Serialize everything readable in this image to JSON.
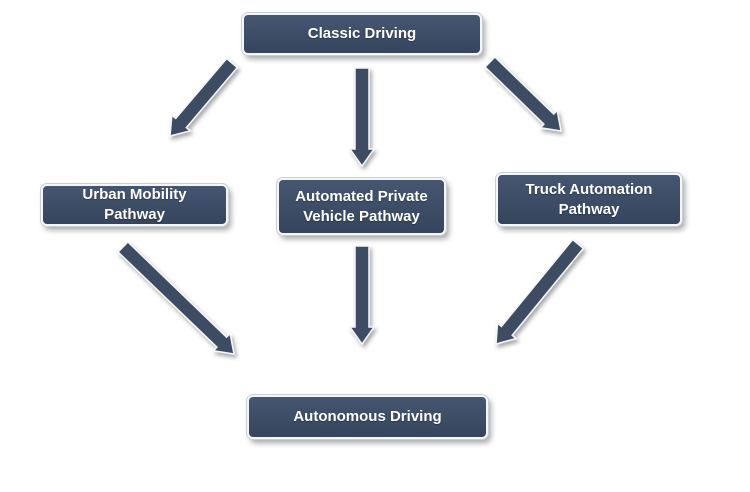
{
  "colors": {
    "node_fill": "#3d4c64",
    "node_border": "#f4f6f9",
    "arrow_fill": "#3d4c64",
    "text": "#ffffff"
  },
  "nodes": {
    "classic": {
      "label": "Classic Driving"
    },
    "urban": {
      "label": "Urban Mobility\nPathway"
    },
    "automated": {
      "label": "Automated Private\nVehicle Pathway"
    },
    "truck": {
      "label": "Truck Automation\nPathway"
    },
    "autonomous": {
      "label": "Autonomous Driving"
    }
  },
  "edges": [
    {
      "from": "classic",
      "to": "urban"
    },
    {
      "from": "classic",
      "to": "automated"
    },
    {
      "from": "classic",
      "to": "truck"
    },
    {
      "from": "urban",
      "to": "autonomous"
    },
    {
      "from": "automated",
      "to": "autonomous"
    },
    {
      "from": "truck",
      "to": "autonomous"
    }
  ]
}
